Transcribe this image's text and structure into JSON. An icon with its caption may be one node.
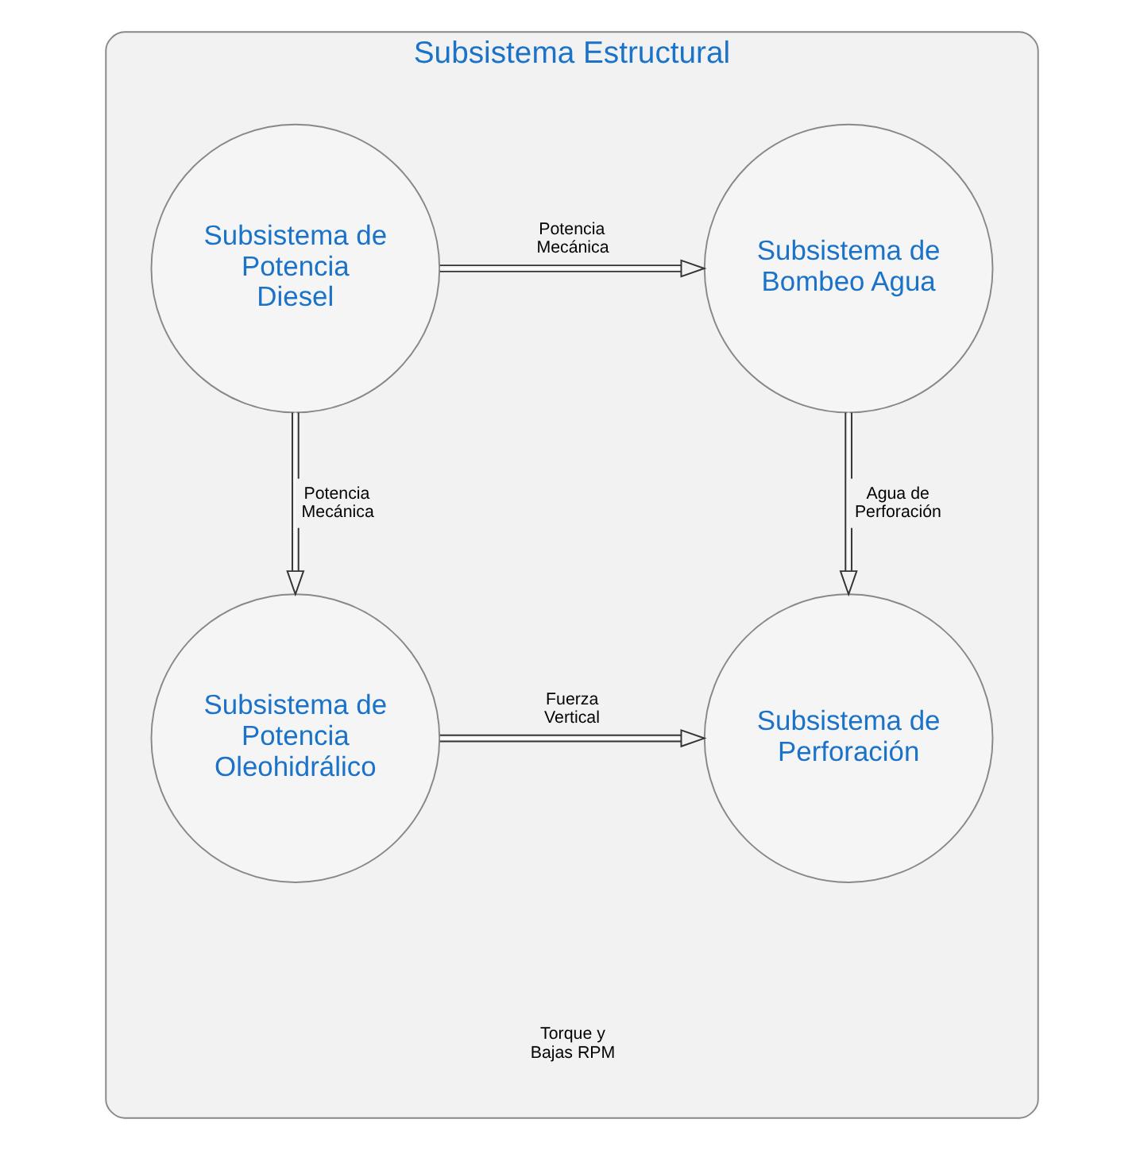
{
  "diagram": {
    "nodes": [
      {
        "text": [
          "Subsistema Estructural"
        ]
      },
      {
        "text": [
          "Subsistema de Potencia Diesel"
        ],
        "in": 0
      },
      {
        "text": [
          "Subsistema de Bombeo Agua"
        ],
        "in": 0
      },
      {
        "text": [
          "Subsistema de Potencia Oleohidrálico"
        ],
        "in": 0
      },
      {
        "text": [
          "Subsistema de Perforación"
        ],
        "in": 0
      }
    ],
    "edges": [
      {
        "from": 1,
        "to": 2,
        "arrow": "to",
        "label": "Potencia Mecánica"
      },
      {
        "from": 1,
        "to": 3,
        "arrow": "to",
        "label": "Potencia Mecánica"
      },
      {
        "from": 2,
        "to": 4,
        "arrow": "to",
        "label": "Agua de Perforación"
      },
      {
        "from": 3,
        "to": 4,
        "arrow": "to",
        "label": "Fuerza Vertical"
      }
    ],
    "labels": [
      "Torque y Bajas RPM"
    ]
  }
}
